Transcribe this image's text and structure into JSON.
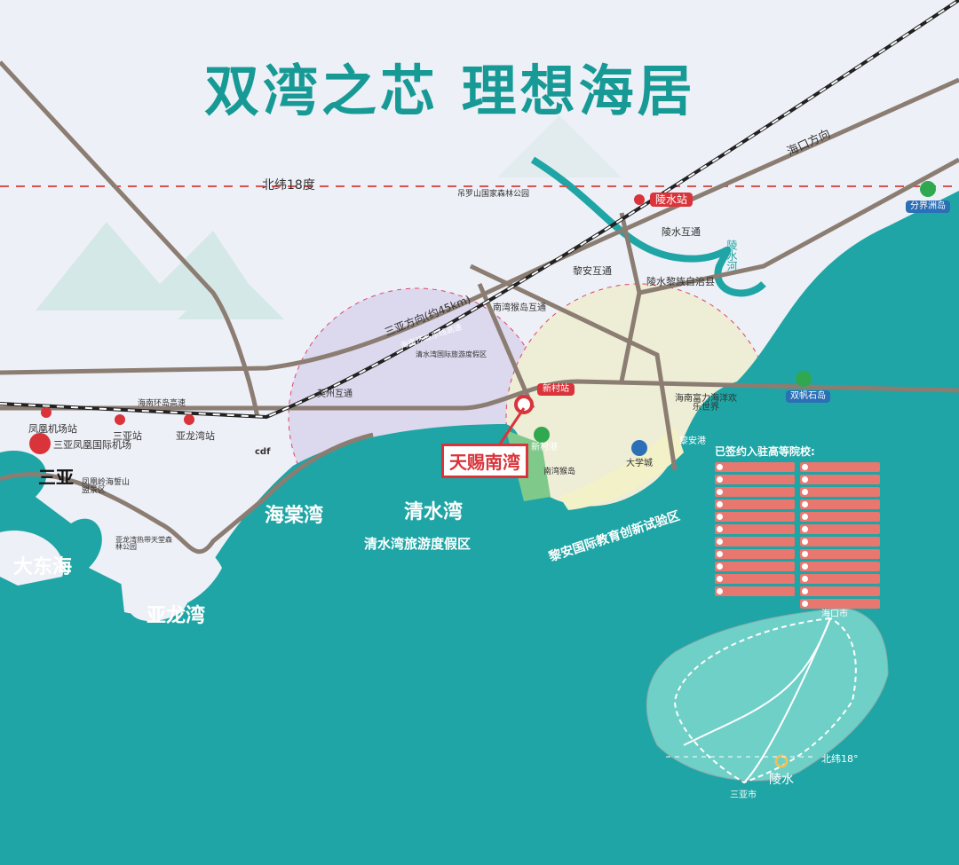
{
  "title": "双湾之芯 理想海居",
  "labels": {
    "latitude": "北纬18度",
    "haikou_direction": "海口方向",
    "sanya_direction": "三亚方向(约45km)",
    "lingshui_station": "陵水站",
    "lingshui_interchange": "陵水互通",
    "lingshui_river": "陵水河",
    "lingshui_county": "陵水黎族自治县",
    "fenjiezhou": "分界洲岛",
    "lian_interchange": "黎安互通",
    "nanwan_interchange": "南湾猴岛互通",
    "east_expressway": "海南环岛东线高速",
    "ring_expressway": "海南环岛高速",
    "yingzhou_interchange": "英州互通",
    "diaoluo": "吊罗山国家森林公园",
    "phoenix_station": "凤凰机场站",
    "sanya_station": "三亚站",
    "yalongwan_station": "亚龙湾站",
    "airport": "三亚凤凰国际机场",
    "sanya": "三亚",
    "fenghuangling": "凤凰岭海誓山盟景区",
    "yalongwan_forest": "亚龙湾热带天堂森林公园",
    "dadonghai": "大东海",
    "yalongwan": "亚龙湾",
    "haitangwan": "海棠湾",
    "qingshuiwan": "清水湾",
    "qingshuiwan_zone": "清水湾旅游度假区",
    "lian_zone": "黎安国际教育创新试验区",
    "xincun_station": "新村站",
    "xincun_port": "新村港",
    "nanwan_monkey": "南湾猴岛",
    "university_city": "大学城",
    "lian_port": "黎安港",
    "fuli_ocean": "海南富力海洋欢乐世界",
    "shuangfan": "双帆石岛",
    "qingshuiwan_resort": "清水湾国际旅游度假区",
    "universities_heading": "已签约入驻高等院校:",
    "cdf": "cdf"
  },
  "brand": "天赐南湾",
  "inset": {
    "haikou": "海口市",
    "sanya": "三亚市",
    "lingshui": "陵水",
    "latitude": "北纬18°"
  },
  "colors": {
    "sea": "#1fa5a5",
    "land": "#eef0f7",
    "road": "#8b7d72",
    "accent": "#d9343a",
    "title": "#179a95"
  }
}
